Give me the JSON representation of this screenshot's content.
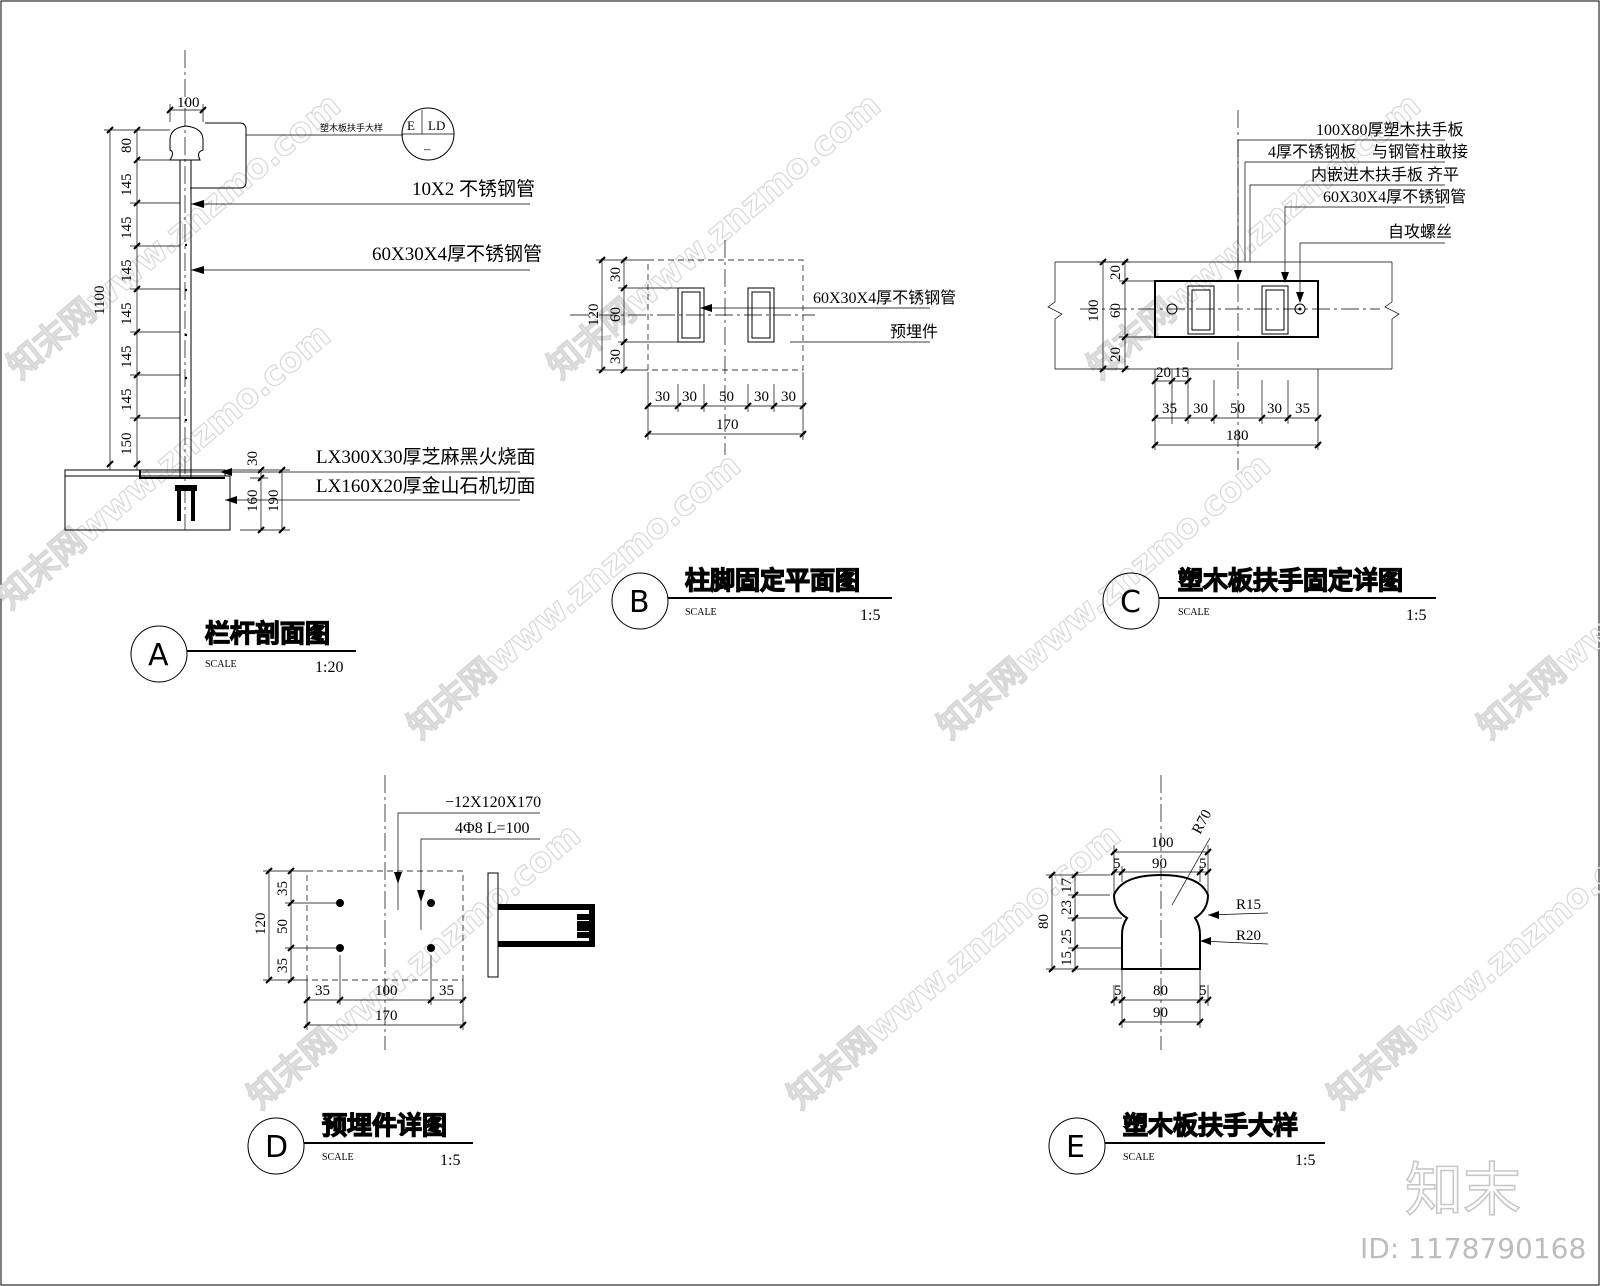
{
  "watermark": {
    "text": "知末网www.znzmo.com",
    "brand": "知末",
    "id": "ID: 1178790168"
  },
  "detail_a": {
    "badge": "A",
    "title": "栏杆剖面图",
    "scale_label": "SCALE",
    "scale": "1:20",
    "top_width": "100",
    "total_height": "1100",
    "segments": [
      "80",
      "145",
      "145",
      "145",
      "145",
      "145",
      "145",
      "150"
    ],
    "ref_label": "塑木板扶手大样",
    "ref_e": "E",
    "ref_ld": "LD",
    "ref_dash": "–",
    "note_rail": "10X2 不锈钢管",
    "note_post": "60X30X4厚不锈钢管",
    "note_stone1": "LX300X30厚芝麻黑火烧面",
    "note_stone2": "LX160X20厚金山石机切面",
    "dim_30": "30",
    "dim_160": "160",
    "dim_190": "190"
  },
  "detail_b": {
    "badge": "B",
    "title": "柱脚固定平面图",
    "scale_label": "SCALE",
    "scale": "1:5",
    "note_pipe": "60X30X4厚不锈钢管",
    "note_embed": "预埋件",
    "vdims": [
      "30",
      "60",
      "30"
    ],
    "vtotal": "120",
    "hdims": [
      "30",
      "30",
      "50",
      "30",
      "30"
    ],
    "htotal": "170"
  },
  "detail_c": {
    "badge": "C",
    "title": "塑木板扶手固定详图",
    "scale_label": "SCALE",
    "scale": "1:5",
    "notes": [
      "100X80厚塑木扶手板",
      "4厚不锈钢板　与钢管柱敢接",
      "内嵌进木扶手板 齐平",
      "60X30X4厚不锈钢管",
      "自攻螺丝"
    ],
    "vdims": [
      "20",
      "60",
      "20"
    ],
    "vtotal": "100",
    "top_dims": [
      "20",
      "15"
    ],
    "hdims": [
      "35",
      "30",
      "50",
      "30",
      "35"
    ],
    "htotal": "180"
  },
  "detail_d": {
    "badge": "D",
    "title": "预埋件详图",
    "scale_label": "SCALE",
    "scale": "1:5",
    "note_plate": "−12X120X170",
    "note_bar": "4Φ8 L=100",
    "vdims": [
      "35",
      "50",
      "35"
    ],
    "vtotal": "120",
    "hdims": [
      "35",
      "100",
      "35"
    ],
    "htotal": "170"
  },
  "detail_e": {
    "badge": "E",
    "title": "塑木板扶手大样",
    "scale_label": "SCALE",
    "scale": "1:5",
    "top_total": "100",
    "top_dims": [
      "5",
      "90",
      "5"
    ],
    "r70": "R70",
    "r15": "R15",
    "r20": "R20",
    "vdims": [
      "17",
      "23",
      "25",
      "15"
    ],
    "vtotal": "80",
    "bot_dims": [
      "5",
      "80",
      "5"
    ],
    "bot_total": "90"
  }
}
